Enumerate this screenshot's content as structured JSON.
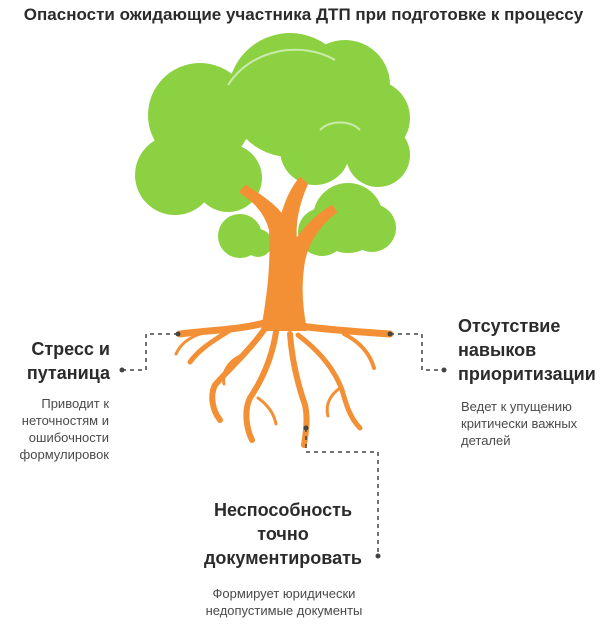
{
  "title": "Опасности ожидающие участника ДТП при подготовке к процессу",
  "colors": {
    "foliage": "#8bd142",
    "trunk": "#f39035",
    "connector": "#444444",
    "text": "#2b2b2b"
  },
  "items": [
    {
      "heading": "Стресс и путаница",
      "description": "Приводит к неточностям и ошибочности формулировок"
    },
    {
      "heading": "Отсутствие навыков приоритизации",
      "description": "Ведет к упущению критически важных деталей"
    },
    {
      "heading": "Неспособность точно документировать",
      "description": "Формирует юридически недопустимые документы"
    }
  ]
}
